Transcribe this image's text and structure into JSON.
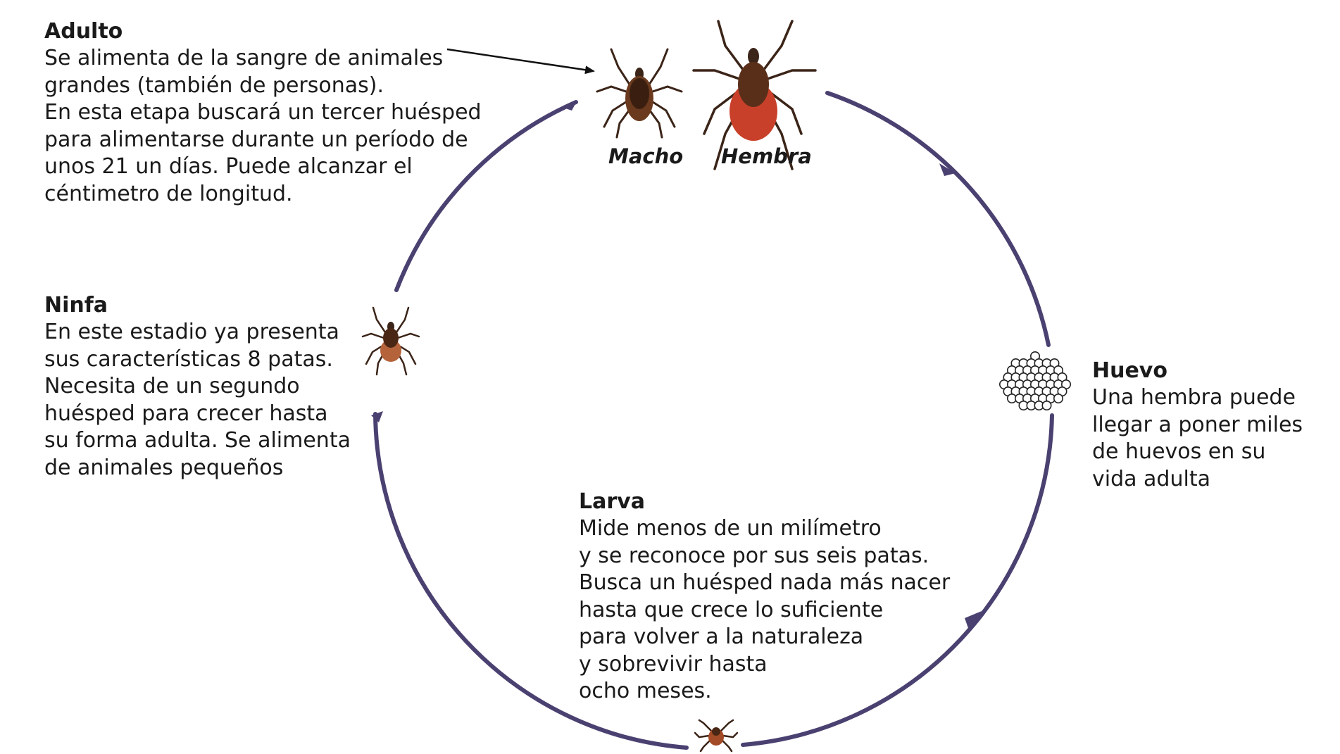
{
  "colors": {
    "cycle": "#4a4171",
    "tick_body": "#5a2f1a",
    "tick_leg": "#3b2418",
    "female_abdomen": "#c9402a",
    "egg_outline": "#222222",
    "text": "#1a1a1a"
  },
  "adulto": {
    "title": "Adulto",
    "lines": [
      "Se alimenta de la sangre de animales",
      "grandes (también de personas).",
      "En esta etapa buscará un tercer huésped",
      "para alimentarse durante un período de",
      "unos 21 un días. Puede alcanzar el",
      "céntimetro de longitud."
    ],
    "male_label": "Macho",
    "female_label": "Hembra"
  },
  "ninfa": {
    "title": "Ninfa",
    "lines": [
      "En este estadio ya presenta",
      "sus características 8 patas.",
      "Necesita de un segundo",
      "huésped para crecer hasta",
      "su forma adulta. Se alimenta",
      "de animales pequeños"
    ]
  },
  "huevo": {
    "title": "Huevo",
    "lines": [
      "Una hembra puede",
      "llegar a poner miles",
      "de huevos en su",
      "vida adulta"
    ]
  },
  "larva": {
    "title": "Larva",
    "lines": [
      "Mide menos de un milímetro",
      "y se reconoce por sus seis patas.",
      "Busca un huésped nada más nacer",
      "hasta que crece lo suficiente",
      "para volver a la naturaleza",
      "y sobrevivir hasta",
      "ocho meses."
    ]
  },
  "icons": {
    "male_tick": "adult-male-tick-icon",
    "female_tick": "adult-female-tick-icon",
    "nymph_tick": "nymph-tick-icon",
    "larva_tick": "larva-tick-icon",
    "egg_cluster": "egg-cluster-icon"
  }
}
